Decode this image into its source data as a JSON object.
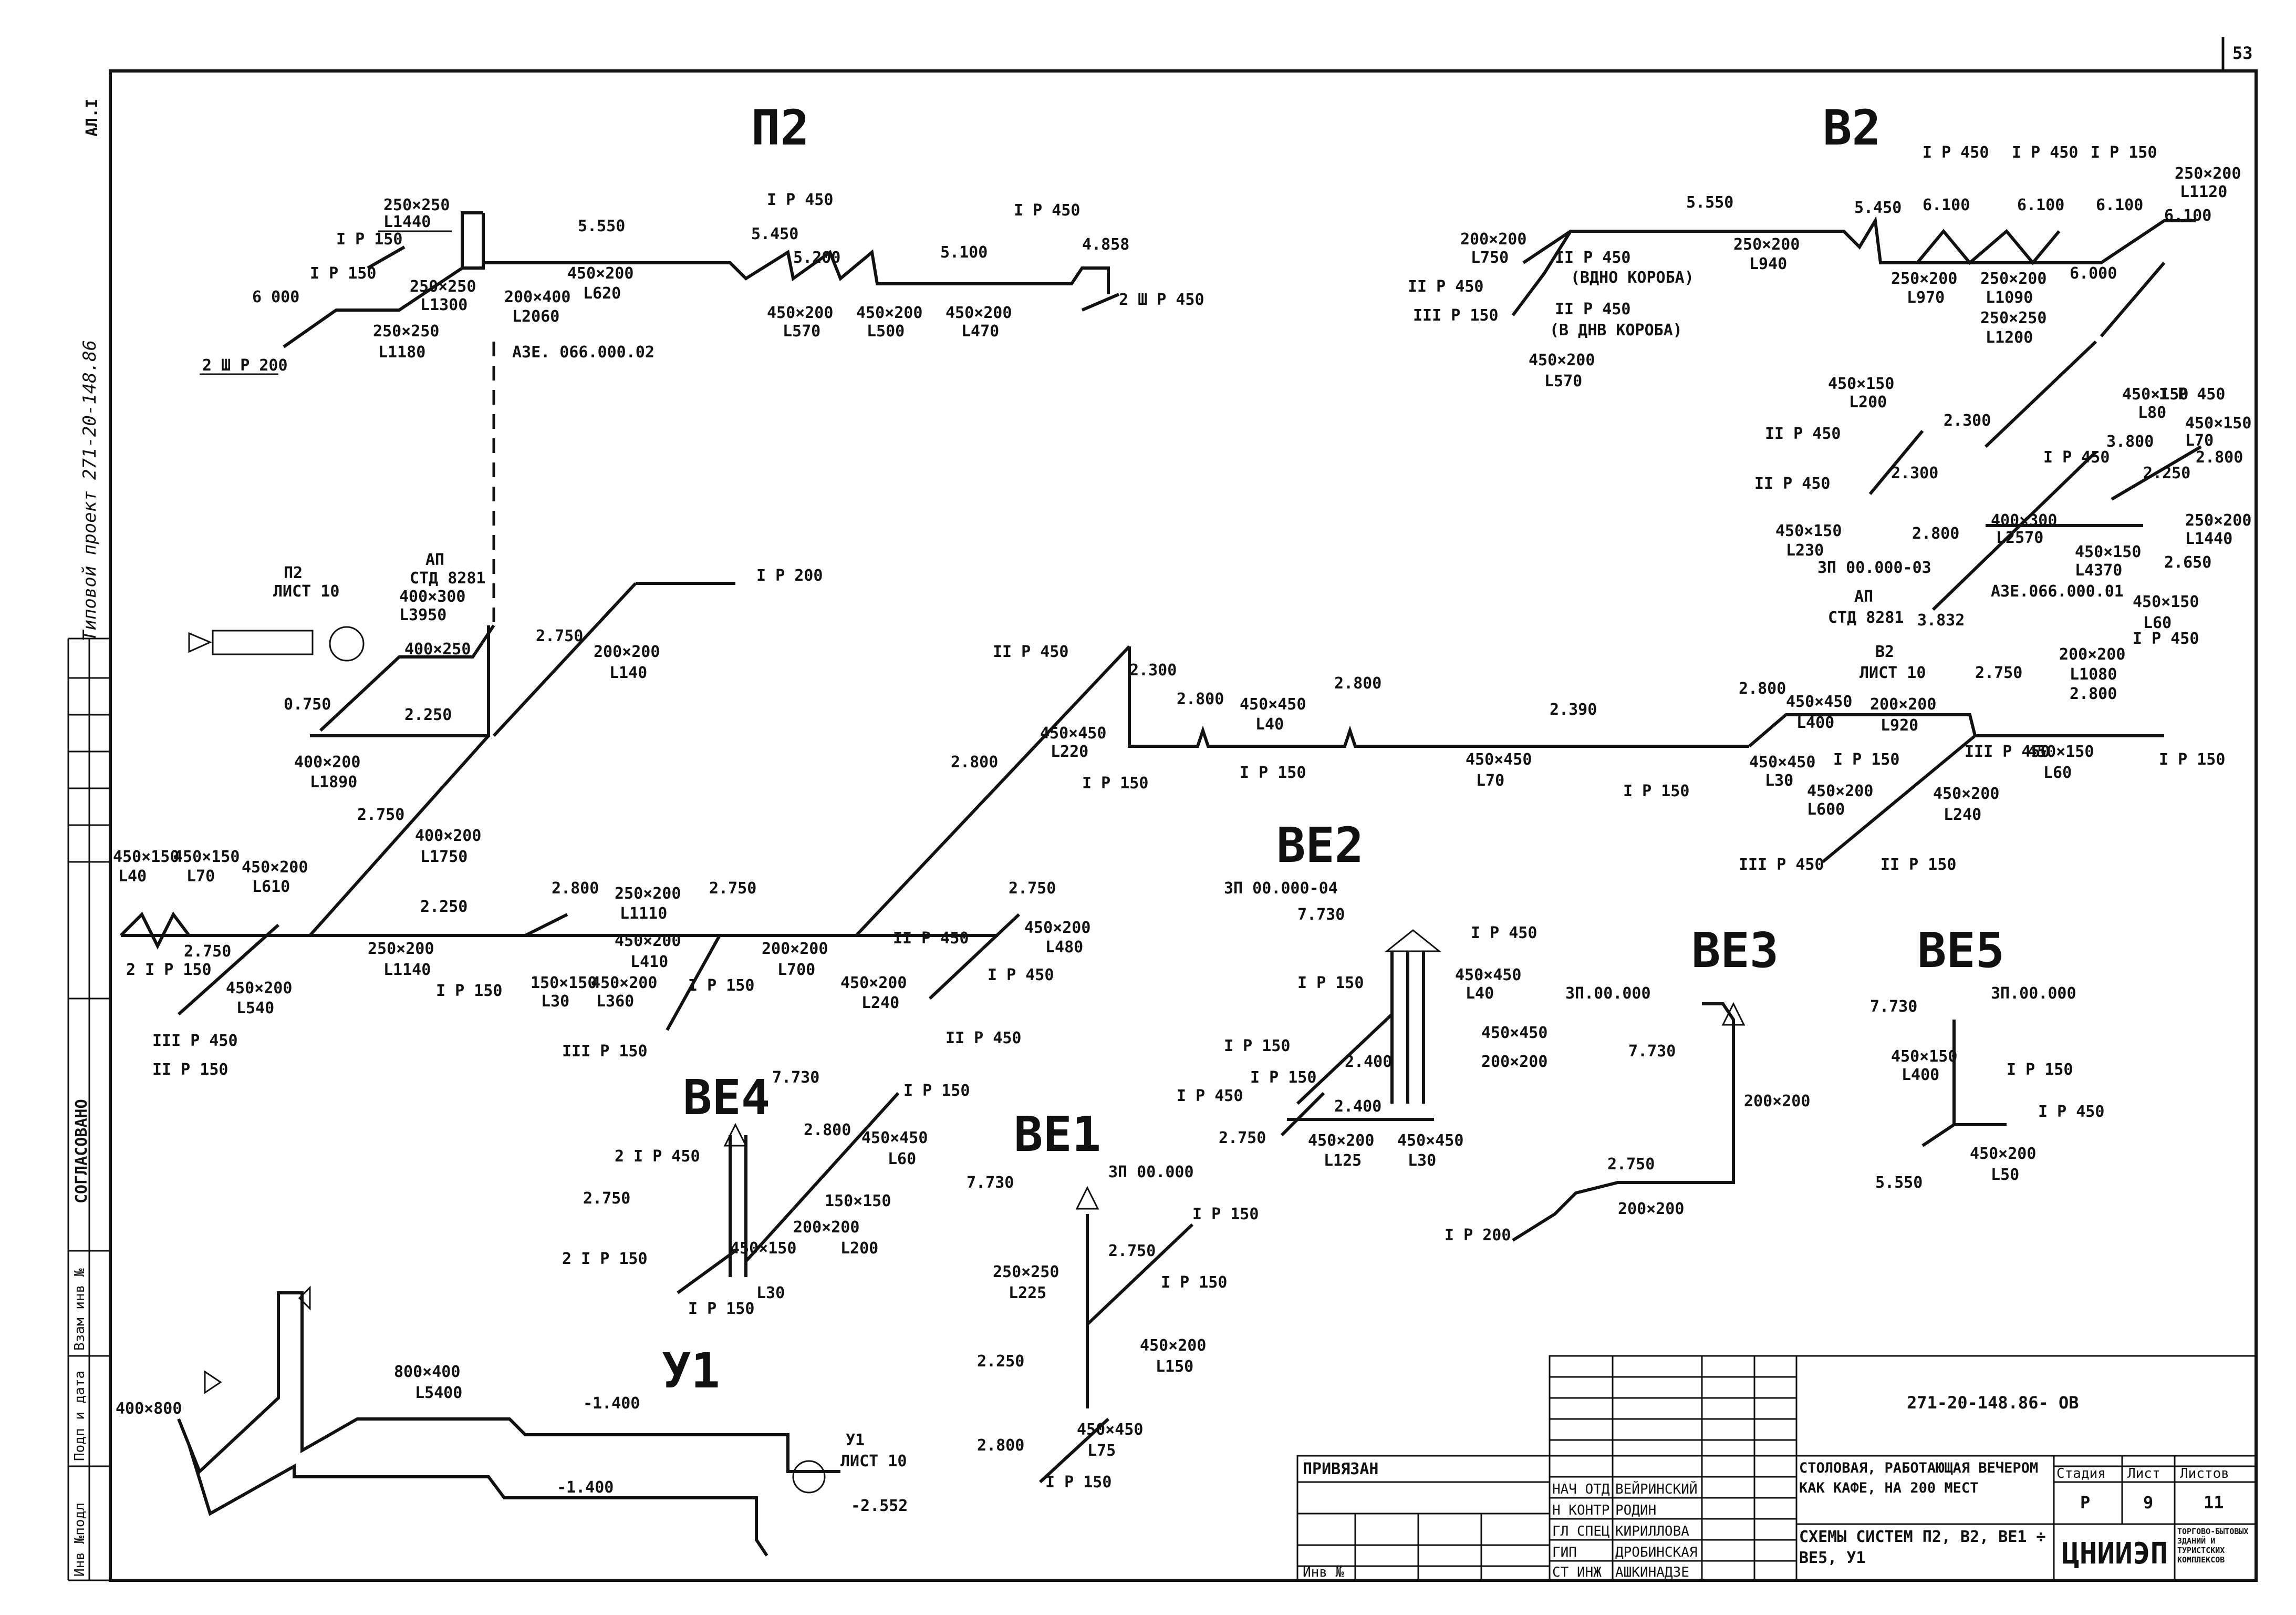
{
  "sheet_number": "53",
  "corner_mark": "АЛ.I",
  "side_note": "Типовой проект 271-20-148.86",
  "agreed_label": "СОГЛАСОВАНО",
  "inventory_columns": [
    "Инв №подл",
    "Подп и дата",
    "Взам инв №"
  ],
  "systems": {
    "p2": "П2",
    "v2": "В2",
    "ve1": "ВЕ1",
    "ve2": "ВЕ2",
    "ve3": "ВЕ3",
    "ve4": "ВЕ4",
    "ve5": "ВЕ5",
    "u1": "У1"
  },
  "p2_labels": {
    "d250x250a": "250×250",
    "l1440": "L1440",
    "g1": "I Р 150",
    "g2": "I Р 150",
    "d250x250b": "250×250",
    "l1300": "L1300",
    "h6000": "6 000",
    "d250x250c": "250×250",
    "l1180": "L1180",
    "g3": "2 Ш Р 200",
    "h5550": "5.550",
    "d450x200a": "450×200",
    "l620": "L620",
    "d200x400": "200×400",
    "l2060": "L2060",
    "ref": "АЗЕ. 066.000.02",
    "g4": "I Р 450",
    "h5450": "5.450",
    "h5200": "5.200",
    "g5": "I Р 450",
    "h5100": "5.100",
    "h4858": "4.858",
    "d450x200b": "450×200",
    "l570": "L570",
    "d450x200c": "450×200",
    "l500": "L500",
    "d450x200d": "450×200",
    "l470": "L470",
    "g6": "2 Ш Р 450"
  },
  "v2_labels": {
    "h5550": "5.550",
    "h5450": "5.450",
    "d200x200": "200×200",
    "l750": "L750",
    "d250x200a": "250×200",
    "l940": "L940",
    "g1": "II Р 450",
    "note1": "(ВДНО КОРОБА)",
    "g2": "II Р 450",
    "g3": "III Р 150",
    "g4": "II Р 450",
    "note2": "(В ДНВ КОРОБА)",
    "d450x200": "450×200",
    "l570": "L570",
    "t1": "I Р 450",
    "t2": "I Р 450",
    "t3": "I Р 150",
    "h6100a": "6.100",
    "h6100b": "6.100",
    "h6100c": "6.100",
    "d250x200b": "250×200",
    "l970": "L970",
    "d250x200c": "250×200",
    "l1090": "L1090",
    "d250x250": "250×250",
    "l1200": "L1200",
    "d250x200d": "250×200",
    "l1120": "L1120",
    "h6100d": "6.100",
    "h6000": "6.000"
  },
  "main_labels": {
    "p2_ref": "П2",
    "sheet_ref": "ЛИСТ 10",
    "ap": "АП",
    "std": "СТД 8281",
    "d400x300": "400×300",
    "l3950": "L3950",
    "d400x250": "400×250",
    "h750": "0.750",
    "h2250a": "2.250",
    "d400x200a": "400×200",
    "l1890": "L1890",
    "h2750a": "2.750",
    "d200x200a": "200×200",
    "l140": "L140",
    "g200": "I Р 200",
    "h2750b": "2.750",
    "d400x200b": "400×200",
    "l1750": "L1750",
    "d450x150a": "450×150",
    "l40a": "L40",
    "d450x150b": "450×150",
    "l70a": "L70",
    "d450x200a": "450×200",
    "l610": "L610",
    "g2150": "2 I Р 150",
    "h2750c": "2.750",
    "g3450": "III Р 450",
    "g4150": "II Р 150",
    "d450x200b": "450×200",
    "l540": "L540",
    "h2250b": "2.250",
    "d250x200": "250×200",
    "l1140": "L1140",
    "g5": "I Р 150",
    "h2800a": "2.800",
    "d250x200b": "250×200",
    "l1110": "L1110",
    "h2750d": "2.750",
    "d150x150": "150×150",
    "l30": "L30",
    "d450x200c": "450×200",
    "l410": "L410",
    "d450x200e": "450×200",
    "l360": "L360",
    "g6": "I Р 150",
    "g7": "III Р 150",
    "d200x200b": "200×200",
    "l700": "L700",
    "h2800b": "2.800",
    "g8": "II Р 450",
    "h2750e": "2.750",
    "d450x200f": "450×200",
    "l480": "L480",
    "d450x200g": "450×200",
    "l240": "L240",
    "g9": "I Р 450",
    "g10": "II Р 450",
    "g11": "II Р 450",
    "h2300": "2.300",
    "h2800c": "2.800",
    "d450x450a": "450×450",
    "l220": "L220",
    "h2800d": "2.800",
    "d450x450b": "450×450",
    "l40b": "L40",
    "h2800e": "2.800",
    "g12": "I Р 150",
    "g13": "I Р 150",
    "h2390": "2.390",
    "d450x450c": "450×450",
    "l70b": "L70",
    "g14": "I Р 150",
    "h2800f": "2.800",
    "d450x450d": "450×450",
    "l30b": "L30"
  },
  "right_labels": {
    "d450x150a": "450×150",
    "l200": "L200",
    "g1": "II Р 450",
    "h2300": "2.300",
    "g2": "II Р 450",
    "h2300b": "2.300",
    "h2800": "2.800",
    "d450x150b": "450×150",
    "l230": "L230",
    "ref1": "ЗП 00.000-03",
    "ap": "АП",
    "std": "СТД 8281",
    "h3832": "3.832",
    "d400x300": "400×300",
    "l2570": "L2570",
    "ref2": "АЗЕ.066.000.01",
    "v2": "В2",
    "sheet": "ЛИСТ 10",
    "d450x150c": "450×150",
    "l80": "L80",
    "d450x150d": "450×150",
    "l70": "L70",
    "g3": "I Р 450",
    "g4": "I Р 450",
    "h3800": "3.800",
    "h2250": "2.250",
    "h2800b": "2.800",
    "d450x150e": "450×150",
    "l4370": "L4370",
    "d250x200": "250×200",
    "l1440": "L1440",
    "h2650": "2.650",
    "d450x150f": "450×150",
    "l60": "L60",
    "g5": "I Р 450",
    "h2750": "2.750",
    "d200x200a": "200×200",
    "l1080": "L1080",
    "h2800c": "2.800",
    "d450x450": "450×450",
    "l400": "L400",
    "d200x200b": "200×200",
    "l920": "L920",
    "g6": "III Р 450",
    "d450x150g": "450×150",
    "l60b": "L60",
    "g7": "I Р 150",
    "g8": "I Р 150",
    "d450x200": "450×200",
    "l600": "L600",
    "d450x200b": "450×200",
    "l240": "L240",
    "g9": "III Р 450",
    "g10": "II Р 150"
  },
  "ve_labels": {
    "ve2_ref": "ЗП 00.000-04",
    "ve2_h7730": "7.730",
    "ve2_g1": "I Р 450",
    "ve2_d450x450a": "450×450",
    "ve2_l40": "L40",
    "ve2_g2": "I Р 150",
    "ve2_g3": "I Р 150",
    "ve2_d450x450b": "450×450",
    "ve2_d200x200": "200×200",
    "ve2_g4": "I Р 450",
    "ve2_g5": "I Р 150",
    "ve2_h2400a": "2.400",
    "ve2_h2400b": "2.400",
    "ve2_h2750": "2.750",
    "ve2_d450x200": "450×200",
    "ve2_l125": "L125",
    "ve2_d450x450c": "450×450",
    "ve2_l30": "L30",
    "ve3_ref": "ЗП.00.000",
    "ve3_h7730": "7.730",
    "ve3_d200x200a": "200×200",
    "ve3_h2750": "2.750",
    "ve3_d200x200b": "200×200",
    "ve3_g1": "I Р 200",
    "ve5_ref": "ЗП.00.000",
    "ve5_h7730": "7.730",
    "ve5_d450x150": "450×150",
    "ve5_l400": "L400",
    "ve5_g1": "I Р 150",
    "ve5_g2": "I Р 450",
    "ve5_h5550": "5.550",
    "ve5_d450x200": "450×200",
    "ve5_l50": "L50",
    "ve4_h7730": "7.730",
    "ve4_g1": "I Р 150",
    "ve4_h2800": "2.800",
    "ve4_d450x450a": "450×450",
    "ve4_l60": "L60",
    "ve4_g2": "2 I Р 450",
    "ve4_h2750": "2.750",
    "ve4_d150x150": "150×150",
    "ve4_d200x200": "200×200",
    "ve4_l200": "L200",
    "ve4_g3": "2 I Р 150",
    "ve4_d450x150": "450×150",
    "ve4_l30": "L30",
    "ve4_g4": "I Р 150",
    "ve1_ref": "ЗП 00.000",
    "ve1_h7730": "7.730",
    "ve1_g1": "I Р 150",
    "ve1_d250x250": "250×250",
    "ve1_l225": "L225",
    "ve1_h2750": "2.750",
    "ve1_g2": "I Р 150",
    "ve1_h2250": "2.250",
    "ve1_d450x200": "450×200",
    "ve1_l150": "L150",
    "ve1_h2800": "2.800",
    "ve1_d450x450": "450×450",
    "ve1_l75": "L75",
    "ve1_g3": "I Р 150"
  },
  "u1_labels": {
    "d400x800": "400×800",
    "d800x400": "800×400",
    "l5400": "L5400",
    "h1400a": "-1.400",
    "h1400b": "-1.400",
    "u1ref": "У1",
    "sheet": "ЛИСТ 10",
    "h2552": "-2.552"
  },
  "title_block": {
    "drawing_code": "271-20-148.86- ОВ",
    "bound_label": "ПРИВЯЗАН",
    "inv_label": "Инв №",
    "roles": [
      "НАЧ ОТД",
      "Н КОНТР",
      "ГЛ СПЕЦ",
      "ГИП",
      "СТ ИНЖ"
    ],
    "names": [
      "ВЕЙРИНСКИЙ",
      "РОДИН",
      "КИРИЛЛОВА",
      "ДРОБИНСКАЯ",
      "АШКИНАДЗЕ"
    ],
    "project_title": "СТОЛОВАЯ, РАБОТАЮЩАЯ ВЕЧЕРОМ КАК КАФЕ, НА 200 МЕСТ",
    "sheet_title": "СХЕМЫ СИСТЕМ П2, В2, ВЕ1 ÷ ВЕ5, У1",
    "stage_label": "Стадия",
    "stage_value": "Р",
    "sheet_label": "Лист",
    "sheet_value": "9",
    "sheets_label": "Листов",
    "sheets_value": "11",
    "org": "ЦНИИЭП",
    "org_sub": "ТОРГОВО-БЫТОВЫХ ЗДАНИЙ И ТУРИСТСКИХ КОМПЛЕКСОВ"
  }
}
